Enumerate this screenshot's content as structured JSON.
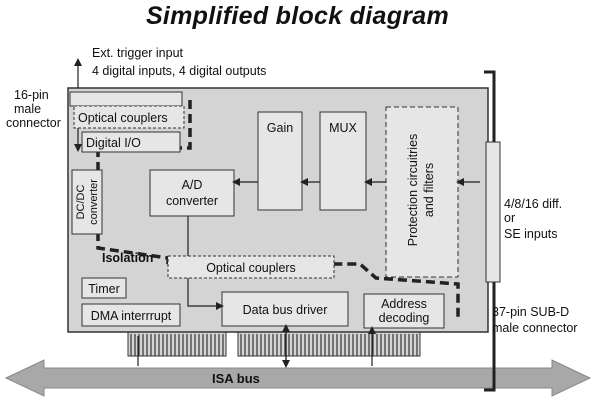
{
  "title": "Simplified block diagram",
  "labels": {
    "ext_trigger": "Ext. trigger input",
    "digital_io_counts": "4 digital inputs, 4 digital outputs",
    "connector_16pin": [
      "16-pin",
      "male",
      "connector"
    ],
    "optical_couplers_top": "Optical couplers",
    "digital_io": "Digital I/O",
    "gain": "Gain",
    "mux": "MUX",
    "protection": [
      "Protection circuitries",
      "and filters"
    ],
    "dcdc": [
      "DC/DC",
      "converter"
    ],
    "ad_converter": [
      "A/D",
      "converter"
    ],
    "isolation": "Isolation",
    "optical_couplers_mid": "Optical couplers",
    "timer": "Timer",
    "dma": "DMA interrrupt",
    "data_bus_driver": "Data bus driver",
    "address_decoding": [
      "Address",
      "decoding"
    ],
    "inputs": [
      "4/8/16 diff.",
      "or",
      "SE inputs"
    ],
    "connector_37pin": [
      "37-pin SUB-D",
      "male connector"
    ],
    "isa_bus": "ISA bus"
  },
  "colors": {
    "board": "#d4d4d4",
    "block": "#e6e6e6",
    "outline": "#333333",
    "bus_arrow": "#a8a8a8"
  }
}
